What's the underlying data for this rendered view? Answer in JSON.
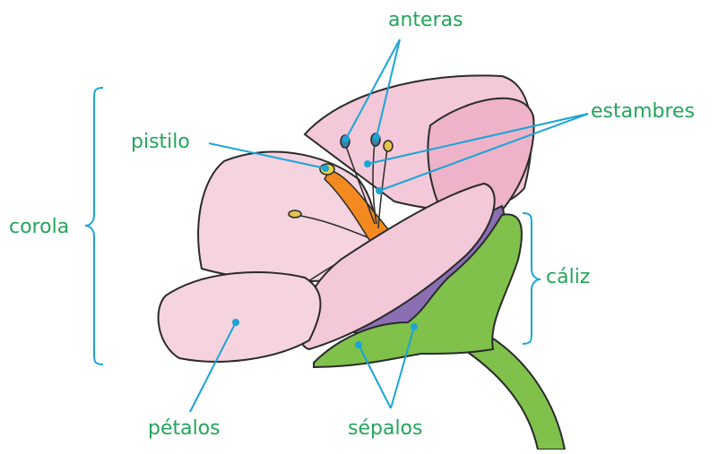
{
  "colors": {
    "label": "#23a55a",
    "leader": "#1aa5d6",
    "petal": "#f3c8d8",
    "petal_dark": "#e7a3bd",
    "pistil": "#f28a1f",
    "sepal": "#7fc14b",
    "inner": "#8a6fb3",
    "outline": "#2a2a2a"
  },
  "labels": {
    "anteras": "anteras",
    "estambres": "estambres",
    "pistilo": "pistilo",
    "corola": "corola",
    "caliz": "cáliz",
    "petalos": "pétalos",
    "sepalos": "sépalos"
  }
}
